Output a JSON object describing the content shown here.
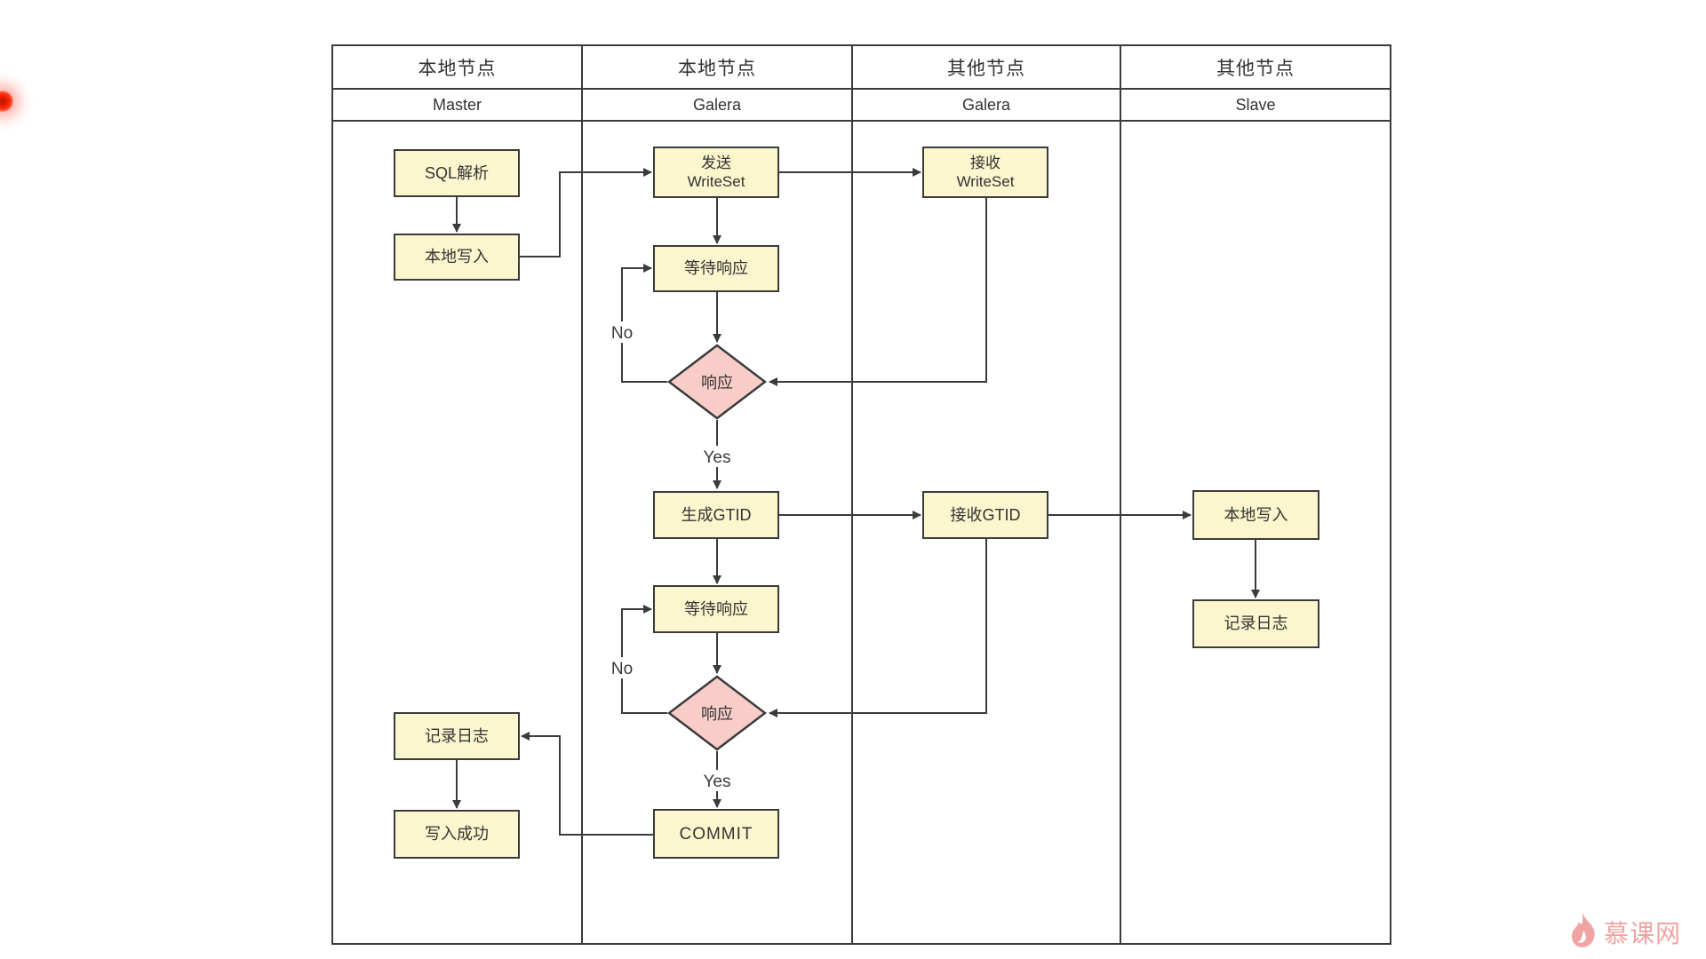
{
  "lanes": [
    {
      "title": "本地节点",
      "subtitle": "Master"
    },
    {
      "title": "本地节点",
      "subtitle": "Galera"
    },
    {
      "title": "其他节点",
      "subtitle": "Galera"
    },
    {
      "title": "其他节点",
      "subtitle": "Slave"
    }
  ],
  "nodes": {
    "sql_parse": "SQL解析",
    "local_write_master": "本地写入",
    "log_master": "记录日志",
    "write_success": "写入成功",
    "send_writeset_line1": "发送",
    "send_writeset_line2": "WriteSet",
    "wait_response_1": "等待响应",
    "response_1": "响应",
    "gen_gtid": "生成GTID",
    "wait_response_2": "等待响应",
    "response_2": "响应",
    "commit": "COMMIT",
    "recv_writeset_line1": "接收",
    "recv_writeset_line2": "WriteSet",
    "recv_gtid": "接收GTID",
    "local_write_slave": "本地写入",
    "log_slave": "记录日志"
  },
  "edge_labels": {
    "no_1": "No",
    "yes_1": "Yes",
    "no_2": "No",
    "yes_2": "Yes"
  },
  "watermark": {
    "brand": "慕课网"
  },
  "colors": {
    "box_fill": "#FBF6CE",
    "diamond_fill": "#F8CDC8",
    "stroke": "#3b3b3b",
    "text": "#333333",
    "watermark": "#F0A3A3",
    "laser_dot": "#e81e00",
    "background": "#ffffff"
  }
}
